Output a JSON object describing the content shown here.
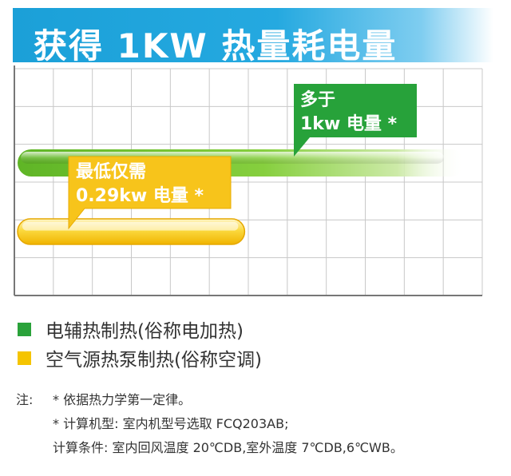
{
  "title": "获得 1KW 热量耗电量",
  "chart_data": {
    "type": "bar",
    "orientation": "horizontal",
    "grid": true,
    "title": "获得 1KW 热量耗电量",
    "series": [
      {
        "name": "电辅热制热(俗称电加热)",
        "value": 1.0,
        "color": "#6cc334",
        "callout": [
          "多于",
          "1kw 电量 *"
        ]
      },
      {
        "name": "空气源热泵制热(俗称空调)",
        "value": 0.29,
        "color": "#f7c81e",
        "callout": [
          "最低仅需",
          "0.29kw 电量 *"
        ]
      }
    ]
  },
  "legend": [
    {
      "label": "电辅热制热(俗称电加热)",
      "color": "#2aa23a"
    },
    {
      "label": "空气源热泵制热(俗称空调)",
      "color": "#f5c400"
    }
  ],
  "notes": {
    "prefix": "注:",
    "lines": [
      "* 依据热力学第一定律。",
      "* 计算机型: 室内机型号选取 FCQ203AB;",
      "计算条件: 室内回风温度 20℃DB,室外温度 7℃DB,6℃WB。"
    ]
  }
}
